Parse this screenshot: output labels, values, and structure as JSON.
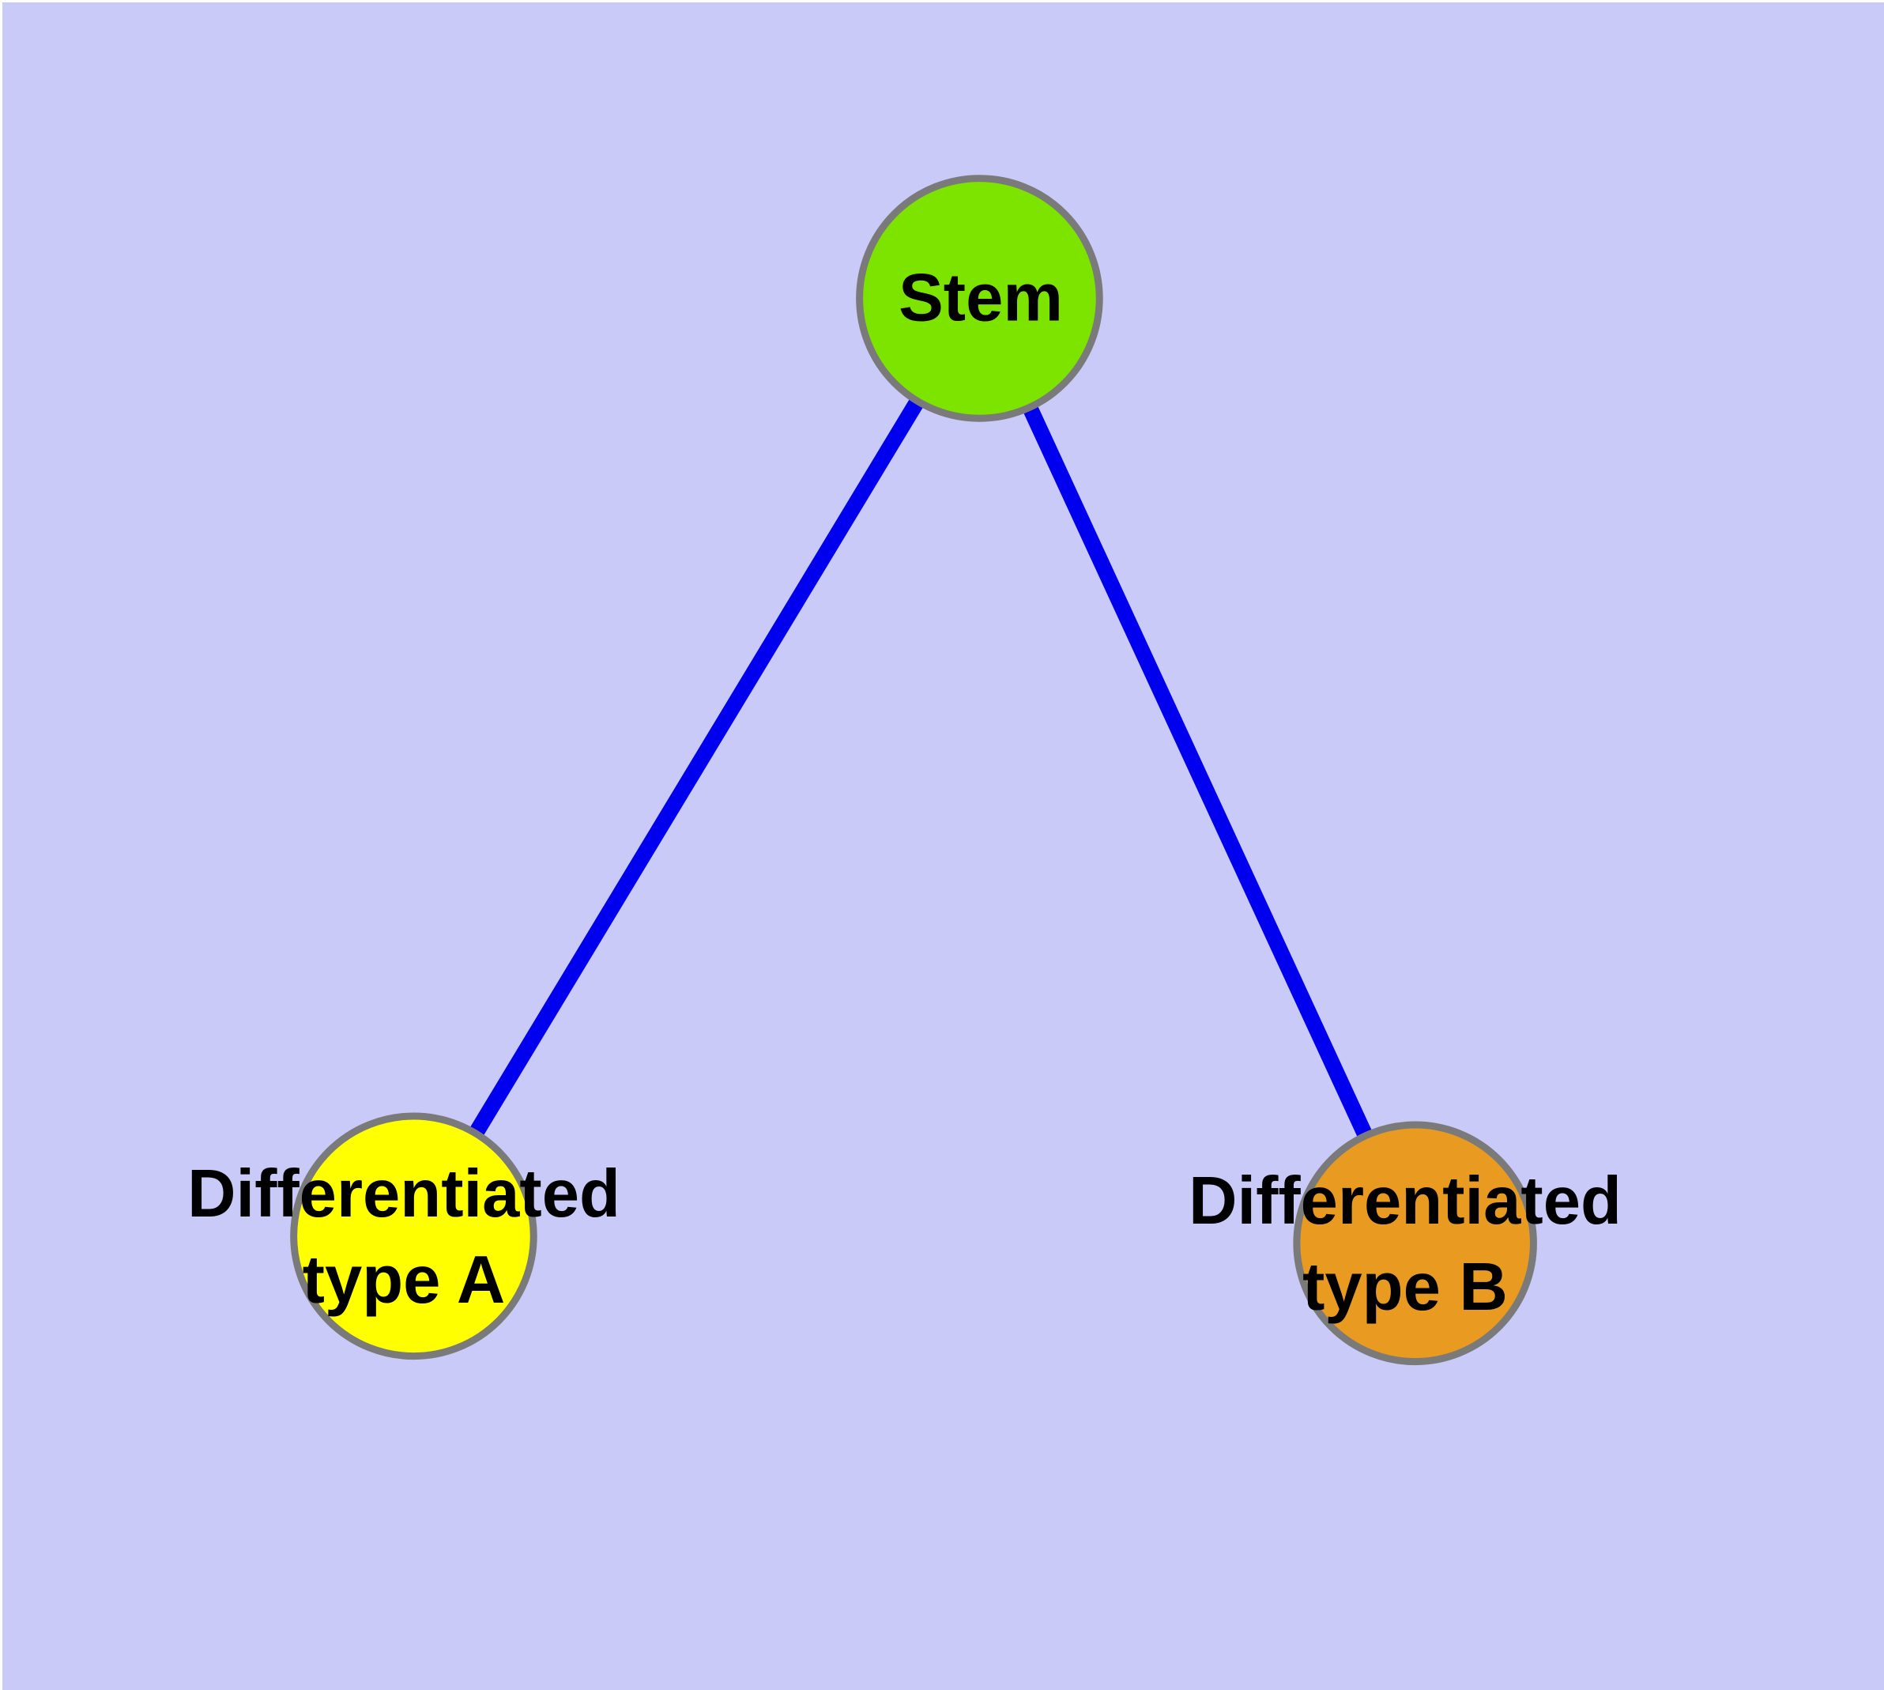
{
  "diagram": {
    "background_color": "#cacaf8",
    "edge_color": "#0000ee",
    "node_border_color": "#7a7a7a",
    "label_color": "#000000",
    "nodes": [
      {
        "id": "stem",
        "label": "Stem",
        "fill": "#7de400"
      },
      {
        "id": "differentiated-a",
        "label": "Differentiated\ntype A",
        "fill": "#ffff00"
      },
      {
        "id": "differentiated-b",
        "label": "Differentiated\ntype B",
        "fill": "#e89b20"
      }
    ],
    "edges": [
      {
        "from": "Stem",
        "to": "Differentiated type A"
      },
      {
        "from": "Stem",
        "to": "Differentiated type B"
      }
    ]
  }
}
